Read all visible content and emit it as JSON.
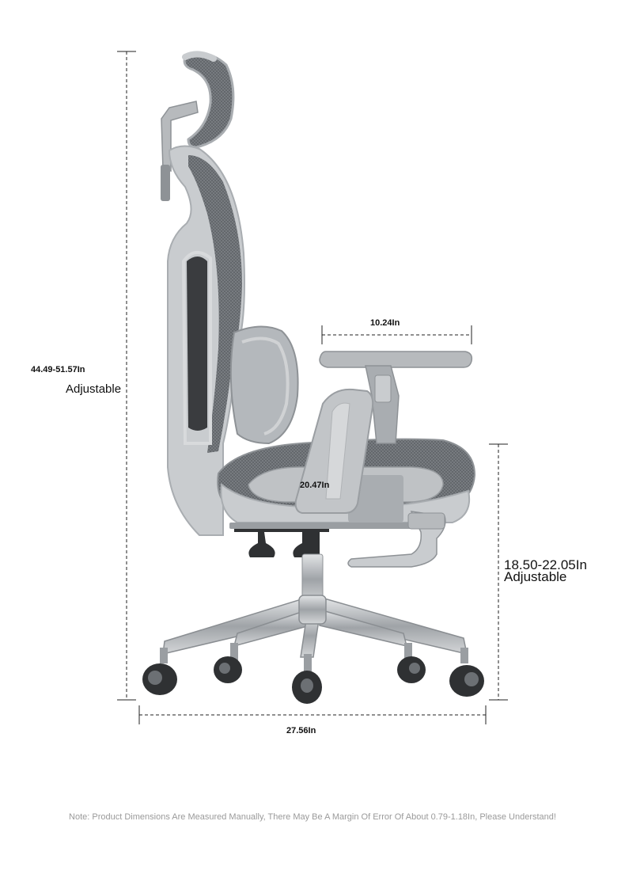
{
  "dimensions": {
    "total_height": {
      "value": "44.49-51.57In",
      "note": "Adjustable"
    },
    "armrest_length": {
      "value": "10.24In"
    },
    "seat_width": {
      "value": "20.47In"
    },
    "seat_height": {
      "value": "18.50-22.05In",
      "note": "Adjustable"
    },
    "base_width": {
      "value": "27.56In"
    }
  },
  "footnote": "Note: Product Dimensions Are Measured Manually, There May Be A Margin Of Error Of About 0.79-1.18In, Please Understand!",
  "colors": {
    "frame": "#c9cccf",
    "frame_shade": "#a9adb1",
    "mesh": "#6f7378",
    "chrome": "#b7babd",
    "caster": "#2f3133",
    "dim_line": "#222222"
  }
}
